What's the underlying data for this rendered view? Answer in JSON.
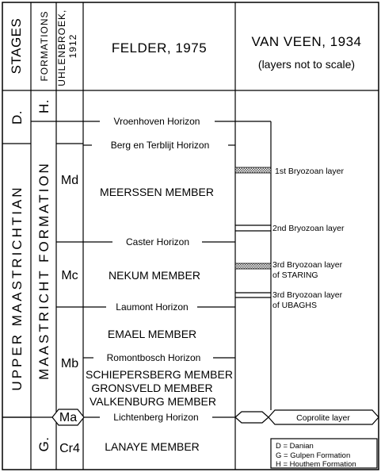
{
  "headers": {
    "stages": "STAGES",
    "formations": "FORMATIONS",
    "uhlenbroek": "UHLENBROEK, 1912",
    "felder": "FELDER, 1975",
    "vanveen": "VAN VEEN, 1934",
    "vanveen_note": "(layers not to scale)"
  },
  "stages": {
    "danian": "D.",
    "upper_maastrichtian": "UPPER MAASTRICHTIAN"
  },
  "formations": {
    "houthem": "H.",
    "maastricht": "MAASTRICHT FORMATION",
    "gulpen": "G."
  },
  "uhlenbroek_units": {
    "md": "Md",
    "mc": "Mc",
    "mb": "Mb",
    "ma": "Ma",
    "cr4": "Cr4"
  },
  "horizons": {
    "vroenhoven": "Vroenhoven Horizon",
    "berg": "Berg en Terblijt Horizon",
    "caster": "Caster Horizon",
    "laumont": "Laumont Horizon",
    "romontbosch": "Romontbosch Horizon",
    "lichtenberg": "Lichtenberg Horizon"
  },
  "members": {
    "meerssen": "MEERSSEN MEMBER",
    "nekum": "NEKUM MEMBER",
    "emael": "EMAEL MEMBER",
    "schiepersberg": "SCHIEPERSBERG MEMBER",
    "gronsveld": "GRONSVELD MEMBER",
    "valkenburg": "VALKENBURG MEMBER",
    "lanaye": "LANAYE MEMBER"
  },
  "layers": {
    "bryozoan1": "1st Bryozoan layer",
    "bryozoan2": "2nd Bryozoan layer",
    "bryozoan3a_line1": "3rd Bryozoan layer",
    "bryozoan3a_line2": "of STARING",
    "bryozoan3b_line1": "3rd Bryozoan layer",
    "bryozoan3b_line2": "of UBAGHS",
    "coprolite": "Coprolite layer"
  },
  "legend": {
    "d": "D = Danian",
    "g": "G = Gulpen Formation",
    "h": "H = Houthem Formation"
  }
}
